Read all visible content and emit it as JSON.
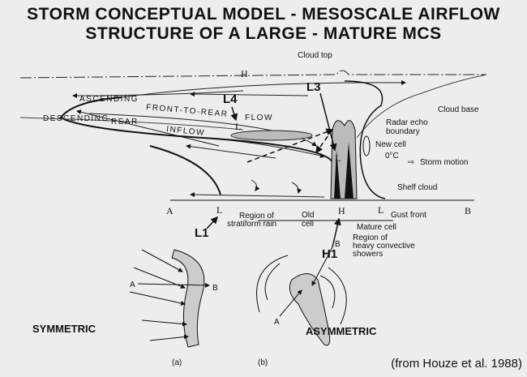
{
  "title": {
    "line1": "STORM CONCEPTUAL MODEL - MESOSCALE AIRFLOW",
    "line2": "STRUCTURE OF A LARGE - MATURE MCS"
  },
  "cross_section": {
    "cloud_top": "Cloud top",
    "cloud_base": "Cloud base",
    "radar_echo_boundary": [
      "Radar echo",
      "boundary"
    ],
    "new_cell": "New cell",
    "zero_c": "0°C",
    "storm_motion": "Storm motion",
    "shelf_cloud": "Shelf cloud",
    "gust_front": "Gust front",
    "mature_cell": "Mature cell",
    "old_cell": [
      "Old",
      "cell"
    ],
    "stratiform_region": [
      "Region of",
      "stratiform rain"
    ],
    "convective_region": [
      "Region of",
      "heavy convective",
      "showers"
    ],
    "ascending_flow": [
      "ASCENDING",
      "FRONT-TO-REAR",
      "FLOW"
    ],
    "descending_flow": [
      "DESCENDING",
      "REAR",
      "INFLOW"
    ],
    "high_top": "H",
    "low_mid": "L",
    "low_conv": "L",
    "high_surface": "H",
    "low_surface_rear": "L",
    "low_surface_front": "L",
    "point_a": "A",
    "point_b": "B",
    "callouts": {
      "L1": "L1",
      "L3": "L3",
      "L4": "L4",
      "H1": "H1"
    }
  },
  "plan_views": {
    "symmetric": {
      "label": "SYMMETRIC",
      "panel": "(a)",
      "a": "A",
      "b": "B"
    },
    "asymmetric": {
      "label": "ASYMMETRIC",
      "panel": "(b)",
      "a": "A",
      "b": "B"
    }
  },
  "credit": "(from Houze et al. 1988)"
}
